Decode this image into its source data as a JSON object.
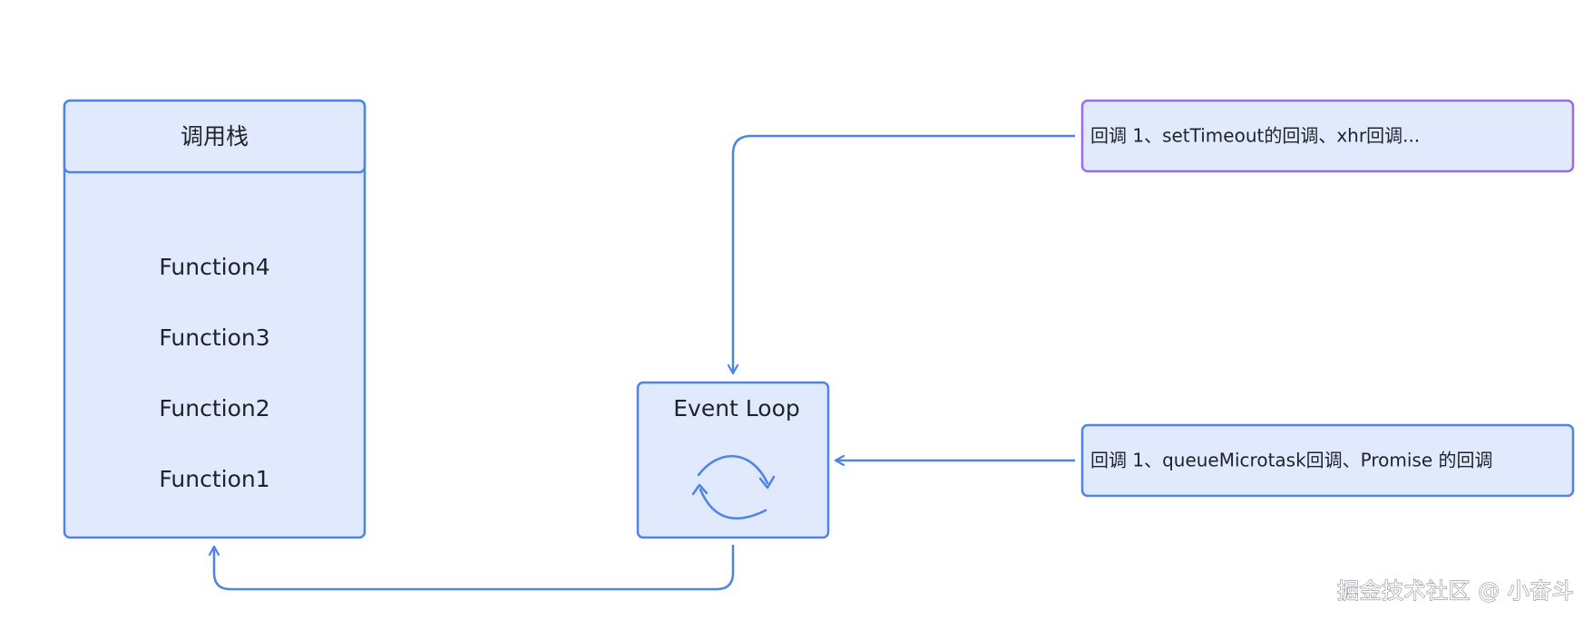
{
  "colors": {
    "accent": "#4e83e8",
    "fill": "#e1e9fd",
    "macro_queue_border": "#9b6bea",
    "watermark": "#8a8f99"
  },
  "call_stack": {
    "title": "调用栈",
    "functions": [
      "Function4",
      "Function3",
      "Function2",
      "Function1"
    ]
  },
  "event_loop": {
    "title": "Event Loop",
    "icon": "cycle-arrows-icon"
  },
  "macro_queue": {
    "text": "回调 1、setTimeout的回调、xhr回调..."
  },
  "micro_queue": {
    "text": "回调 1、queueMicrotask回调、Promise 的回调"
  },
  "watermark": {
    "text": "掘金技术社区 @ 小奋斗"
  }
}
